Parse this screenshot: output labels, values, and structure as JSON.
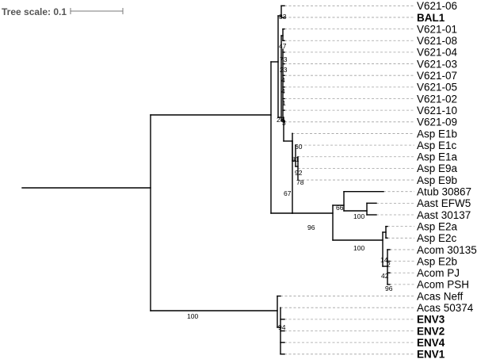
{
  "tree": {
    "scale_label": "Tree scale: 0.1",
    "scale_value": 0.1,
    "highlight_colors": {
      "blue": "#1a1aee",
      "green": "#7ec11f"
    },
    "leaves": [
      {
        "name": "V621-06",
        "color": "#000000",
        "bold": false
      },
      {
        "name": "BAL1",
        "color": "#1a1aee",
        "bold": true
      },
      {
        "name": "V621-01",
        "color": "#000000",
        "bold": false
      },
      {
        "name": "V621-08",
        "color": "#000000",
        "bold": false
      },
      {
        "name": "V621-04",
        "color": "#000000",
        "bold": false
      },
      {
        "name": "V621-03",
        "color": "#000000",
        "bold": false
      },
      {
        "name": "V621-07",
        "color": "#000000",
        "bold": false
      },
      {
        "name": "V621-05",
        "color": "#000000",
        "bold": false
      },
      {
        "name": "V621-02",
        "color": "#000000",
        "bold": false
      },
      {
        "name": "V621-10",
        "color": "#000000",
        "bold": false
      },
      {
        "name": "V621-09",
        "color": "#000000",
        "bold": false
      },
      {
        "name": "Asp E1b",
        "color": "#000000",
        "bold": false
      },
      {
        "name": "Asp E1c",
        "color": "#000000",
        "bold": false
      },
      {
        "name": "Asp E1a",
        "color": "#000000",
        "bold": false
      },
      {
        "name": "Asp E9a",
        "color": "#000000",
        "bold": false
      },
      {
        "name": "Asp E9b",
        "color": "#000000",
        "bold": false
      },
      {
        "name": "Atub 30867",
        "color": "#000000",
        "bold": false
      },
      {
        "name": "Aast EFW5",
        "color": "#000000",
        "bold": false
      },
      {
        "name": "Aast 30137",
        "color": "#000000",
        "bold": false
      },
      {
        "name": "Asp E2a",
        "color": "#000000",
        "bold": false
      },
      {
        "name": "Asp E2c",
        "color": "#000000",
        "bold": false
      },
      {
        "name": "Acom 30135",
        "color": "#000000",
        "bold": false
      },
      {
        "name": "Asp E2b",
        "color": "#000000",
        "bold": false
      },
      {
        "name": "Acom PJ",
        "color": "#000000",
        "bold": false
      },
      {
        "name": "Acom PSH",
        "color": "#000000",
        "bold": false
      },
      {
        "name": "Acas Neff",
        "color": "#000000",
        "bold": false
      },
      {
        "name": "Acas 50374",
        "color": "#000000",
        "bold": false
      },
      {
        "name": "ENV3",
        "color": "#7ec11f",
        "bold": true
      },
      {
        "name": "ENV2",
        "color": "#7ec11f",
        "bold": true
      },
      {
        "name": "ENV4",
        "color": "#7ec11f",
        "bold": true
      },
      {
        "name": "ENV1",
        "color": "#7ec11f",
        "bold": true
      }
    ],
    "support_values": [
      "83",
      "47",
      "73",
      "23",
      "4",
      "4",
      "1",
      "23",
      "3",
      "60",
      "81",
      "92",
      "78",
      "67",
      "66",
      "100",
      "96",
      "100",
      "14",
      "2",
      "42",
      "96",
      "100",
      "94"
    ]
  }
}
